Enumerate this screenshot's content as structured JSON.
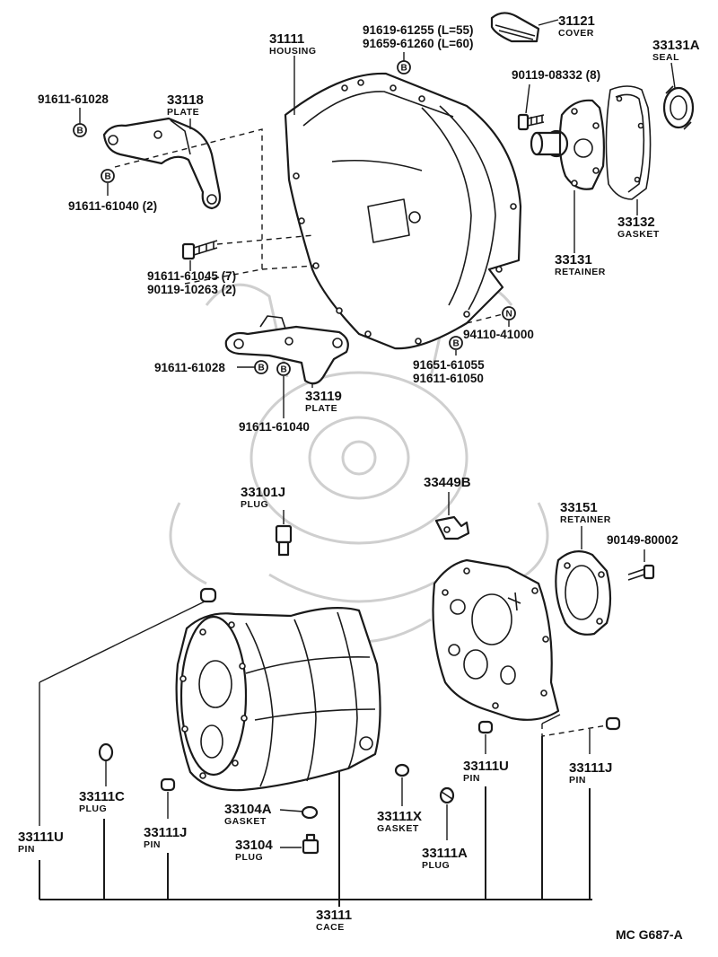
{
  "parts": {
    "housing": {
      "num": "31111",
      "name": "HOUSING"
    },
    "cover": {
      "num": "31121",
      "name": "COVER"
    },
    "seal": {
      "num": "33131A",
      "name": "SEAL"
    },
    "plate_upper": {
      "num": "33118",
      "name": "PLATE"
    },
    "plate_lower": {
      "num": "33119",
      "name": "PLATE"
    },
    "retainer_front": {
      "num": "33131",
      "name": "RETAINER"
    },
    "gasket_front": {
      "num": "33132",
      "name": "GASKET"
    },
    "plug_top": {
      "num": "33101J",
      "name": "PLUG"
    },
    "clip": {
      "num": "33449B"
    },
    "retainer_rear": {
      "num": "33151",
      "name": "RETAINER"
    },
    "pin_left": {
      "num": "33111U",
      "name": "PIN"
    },
    "plug_left": {
      "num": "33111C",
      "name": "PLUG"
    },
    "pin_mid": {
      "num": "33111J",
      "name": "PIN"
    },
    "gasket_a": {
      "num": "33104A",
      "name": "GASKET"
    },
    "plug_b": {
      "num": "33104",
      "name": "PLUG"
    },
    "gasket_x": {
      "num": "33111X",
      "name": "GASKET"
    },
    "plug_a": {
      "num": "33111A",
      "name": "PLUG"
    },
    "pin_u2": {
      "num": "33111U",
      "name": "PIN"
    },
    "pin_j2": {
      "num": "33111J",
      "name": "PIN"
    },
    "case": {
      "num": "33111",
      "name": "CACE"
    }
  },
  "bolts": {
    "cover_bolt_1": "91619-61255 (L=55)",
    "cover_bolt_2": "91659-61260 (L=60)",
    "retainer_bolt": "90119-08332 (8)",
    "plate_bolt_a": "91611-61028",
    "plate_bolt_b": "91611-61040 (2)",
    "mount_bolt_1": "91611-61045 (7)",
    "mount_bolt_2": "90119-10263 (2)",
    "nut": "94110-41000",
    "case_bolt_1": "91651-61055",
    "case_bolt_2": "91611-61050",
    "plate2_bolt_a": "91611-61028",
    "plate2_bolt_b": "91611-61040",
    "rear_bolt": "90149-80002"
  },
  "symbols": {
    "bolt": "B",
    "nut": "N"
  },
  "diagram_code": "MC G687-A"
}
